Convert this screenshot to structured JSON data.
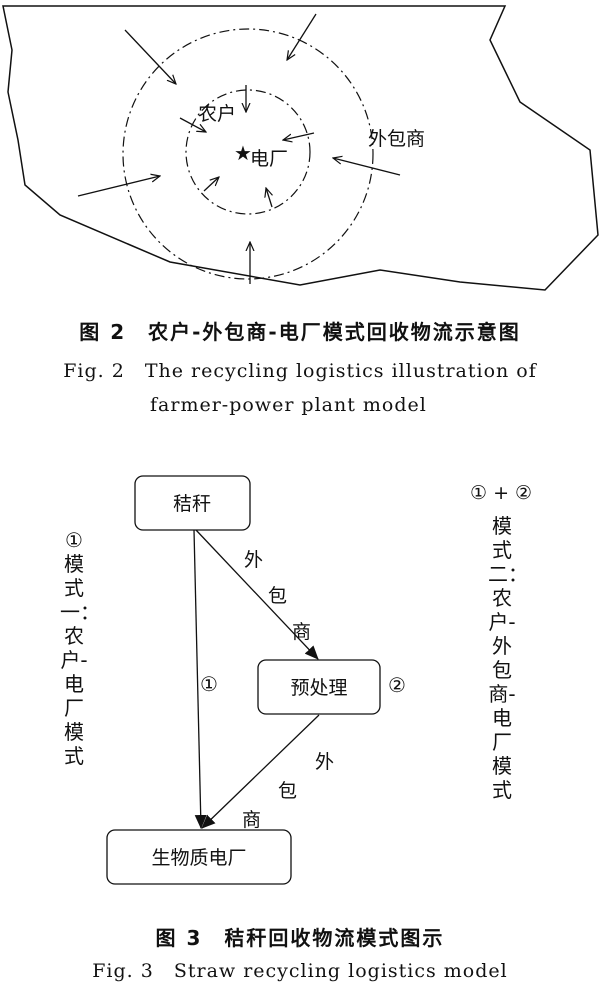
{
  "figure2": {
    "labels": {
      "farmer": "农户",
      "power_plant": "电厂",
      "contractor": "外包商"
    },
    "caption_zh": "图 2　农户-外包商-电厂模式回收物流示意图",
    "caption_en_line1": "Fig. 2　The recycling logistics illustration of",
    "caption_en_line2": "farmer-power plant model"
  },
  "figure3": {
    "nodes": {
      "straw": "秸秆",
      "pretreatment": "预处理",
      "biomass_plant": "生物质电厂"
    },
    "edge_labels": {
      "contractor_top": [
        "外",
        "包",
        "商"
      ],
      "contractor_bottom": [
        "外",
        "包",
        "商"
      ],
      "route1_marker": "①",
      "route2_marker": "②"
    },
    "left_note": "①模式一：农户-电厂模式",
    "right_note_header": "① + ②",
    "right_note": "模式二：农户-外包商-电厂模式",
    "caption_zh": "图 3　秸秆回收物流模式图示",
    "caption_en": "Fig. 3　Straw recycling logistics model"
  }
}
